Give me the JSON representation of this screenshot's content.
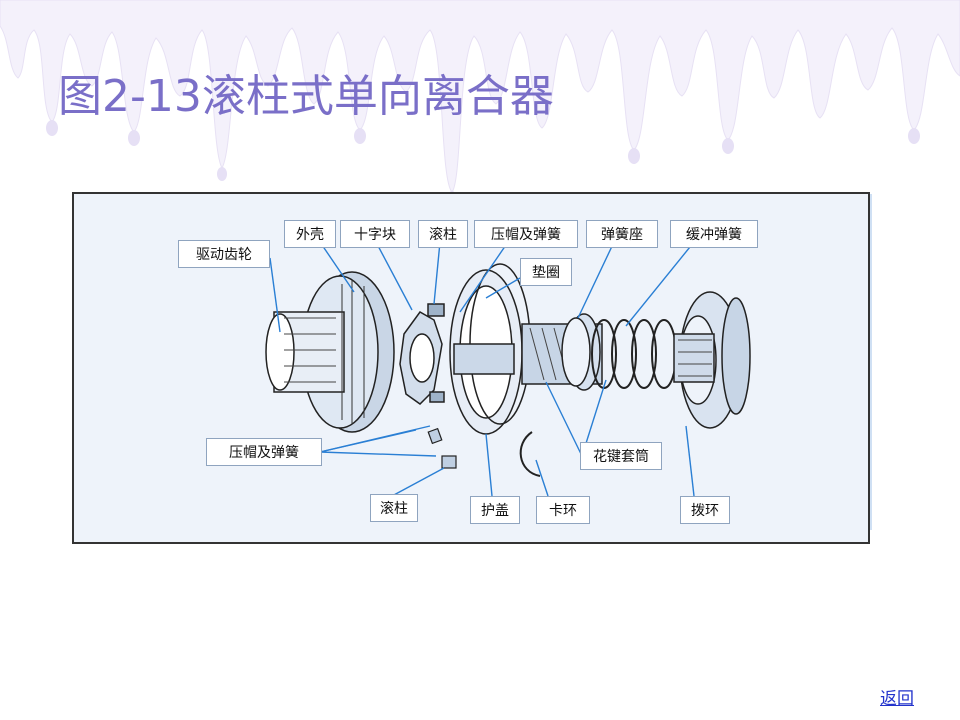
{
  "slide": {
    "title": "图2-13滚柱式单向离合器",
    "return_link": "返回"
  },
  "diagram": {
    "labels": {
      "drive_gear": "驱动齿轮",
      "housing": "外壳",
      "cross_block": "十字块",
      "roller_top": "滚柱",
      "cap_spring_top": "压帽及弹簧",
      "spring_seat": "弹簧座",
      "buffer_spring": "缓冲弹簧",
      "washer": "垫圈",
      "cap_spring_left": "压帽及弹簧",
      "spline_sleeve": "花键套筒",
      "roller_bottom": "滚柱",
      "guard_cover": "护盖",
      "snap_ring": "卡环",
      "shift_ring": "拨环"
    }
  },
  "colors": {
    "title": "#7a6fc8",
    "leader_line": "#2a7fd4",
    "drip": "#d9d3ef"
  }
}
